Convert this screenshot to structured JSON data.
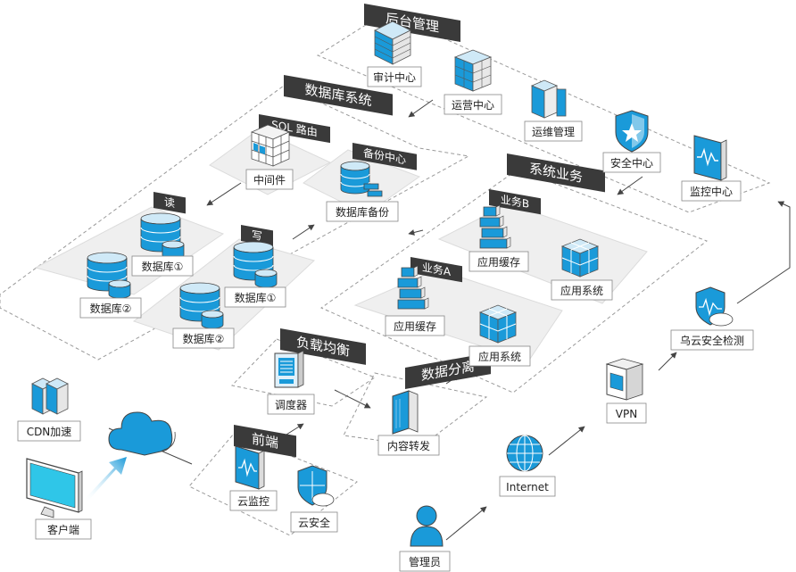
{
  "colors": {
    "accent": "#1a9ad9",
    "dark": "#3a3a3a",
    "dash": "#9a9a9a",
    "platform": "#efefef"
  },
  "banners": {
    "backend": "后台管理",
    "database_system": "数据库系统",
    "sql_route": "SQL 路由",
    "backup_center": "备份中心",
    "read": "读",
    "write": "写",
    "system_business": "系统业务",
    "business_b": "业务B",
    "business_a": "业务A",
    "load_balance": "负载均衡",
    "data_separation": "数据分离",
    "front_end": "前端"
  },
  "labels": {
    "audit_center": "审计中心",
    "operation_center": "运营中心",
    "ops_management": "运维管理",
    "security_center": "安全中心",
    "monitor_center": "监控中心",
    "middleware": "中间件",
    "db_backup": "数据库备份",
    "db_read_1": "数据库①",
    "db_read_2": "数据库②",
    "db_write_1": "数据库①",
    "db_write_2": "数据库②",
    "app_cache_b": "应用缓存",
    "app_system_b": "应用系统",
    "app_cache_a": "应用缓存",
    "app_system_a": "应用系统",
    "scheduler": "调度器",
    "content_forward": "内容转发",
    "cloud_monitor": "云监控",
    "cloud_security": "云安全",
    "cdn": "CDN加速",
    "client": "客户端",
    "internet": "Internet",
    "admin": "管理员",
    "vpn": "VPN",
    "cloud_security_detect": "乌云安全检测"
  }
}
